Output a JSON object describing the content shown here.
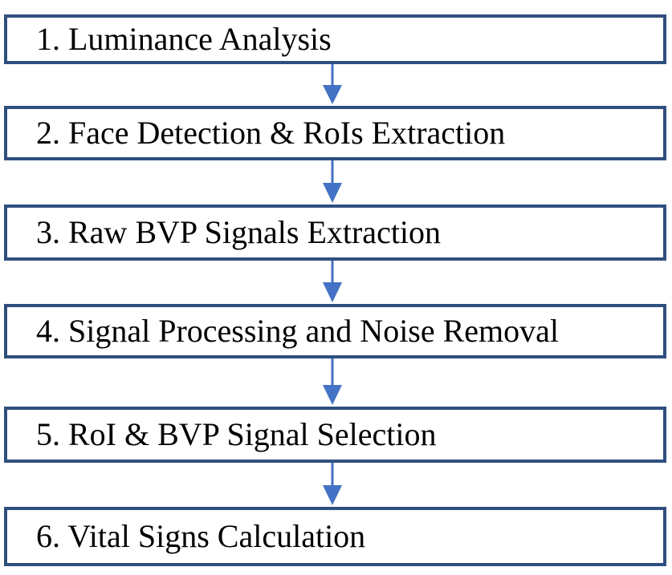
{
  "steps": [
    {
      "label": "1. Luminance Analysis"
    },
    {
      "label": "2. Face Detection & RoIs Extraction"
    },
    {
      "label": "3. Raw BVP Signals Extraction"
    },
    {
      "label": "4. Signal Processing and Noise Removal"
    },
    {
      "label": "5. RoI & BVP Signal Selection"
    },
    {
      "label": "6. Vital Signs Calculation"
    }
  ],
  "colors": {
    "box_border": "#2f4f7f",
    "arrow": "#4472c4",
    "text": "#000000"
  }
}
